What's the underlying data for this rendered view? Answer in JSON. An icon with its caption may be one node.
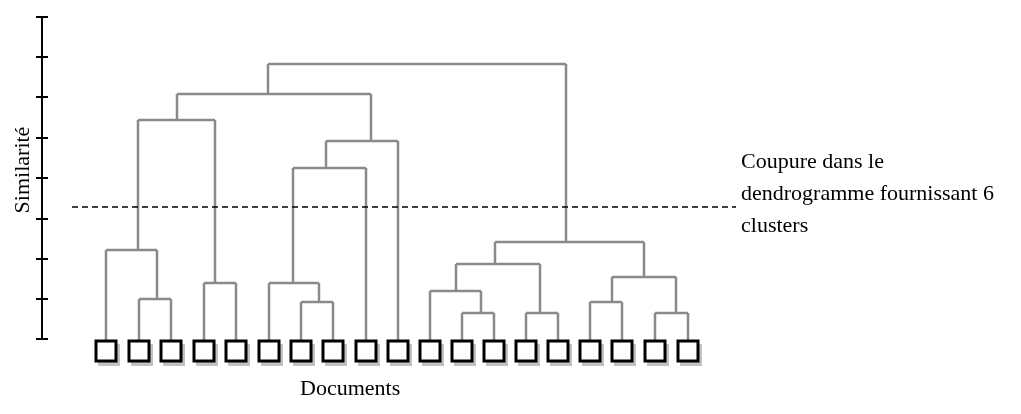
{
  "diagram": {
    "labels": [
      "Similarité",
      "Coupure dans le dendrogramme fournissant 6 clusters",
      "Documents"
    ]
  }
}
